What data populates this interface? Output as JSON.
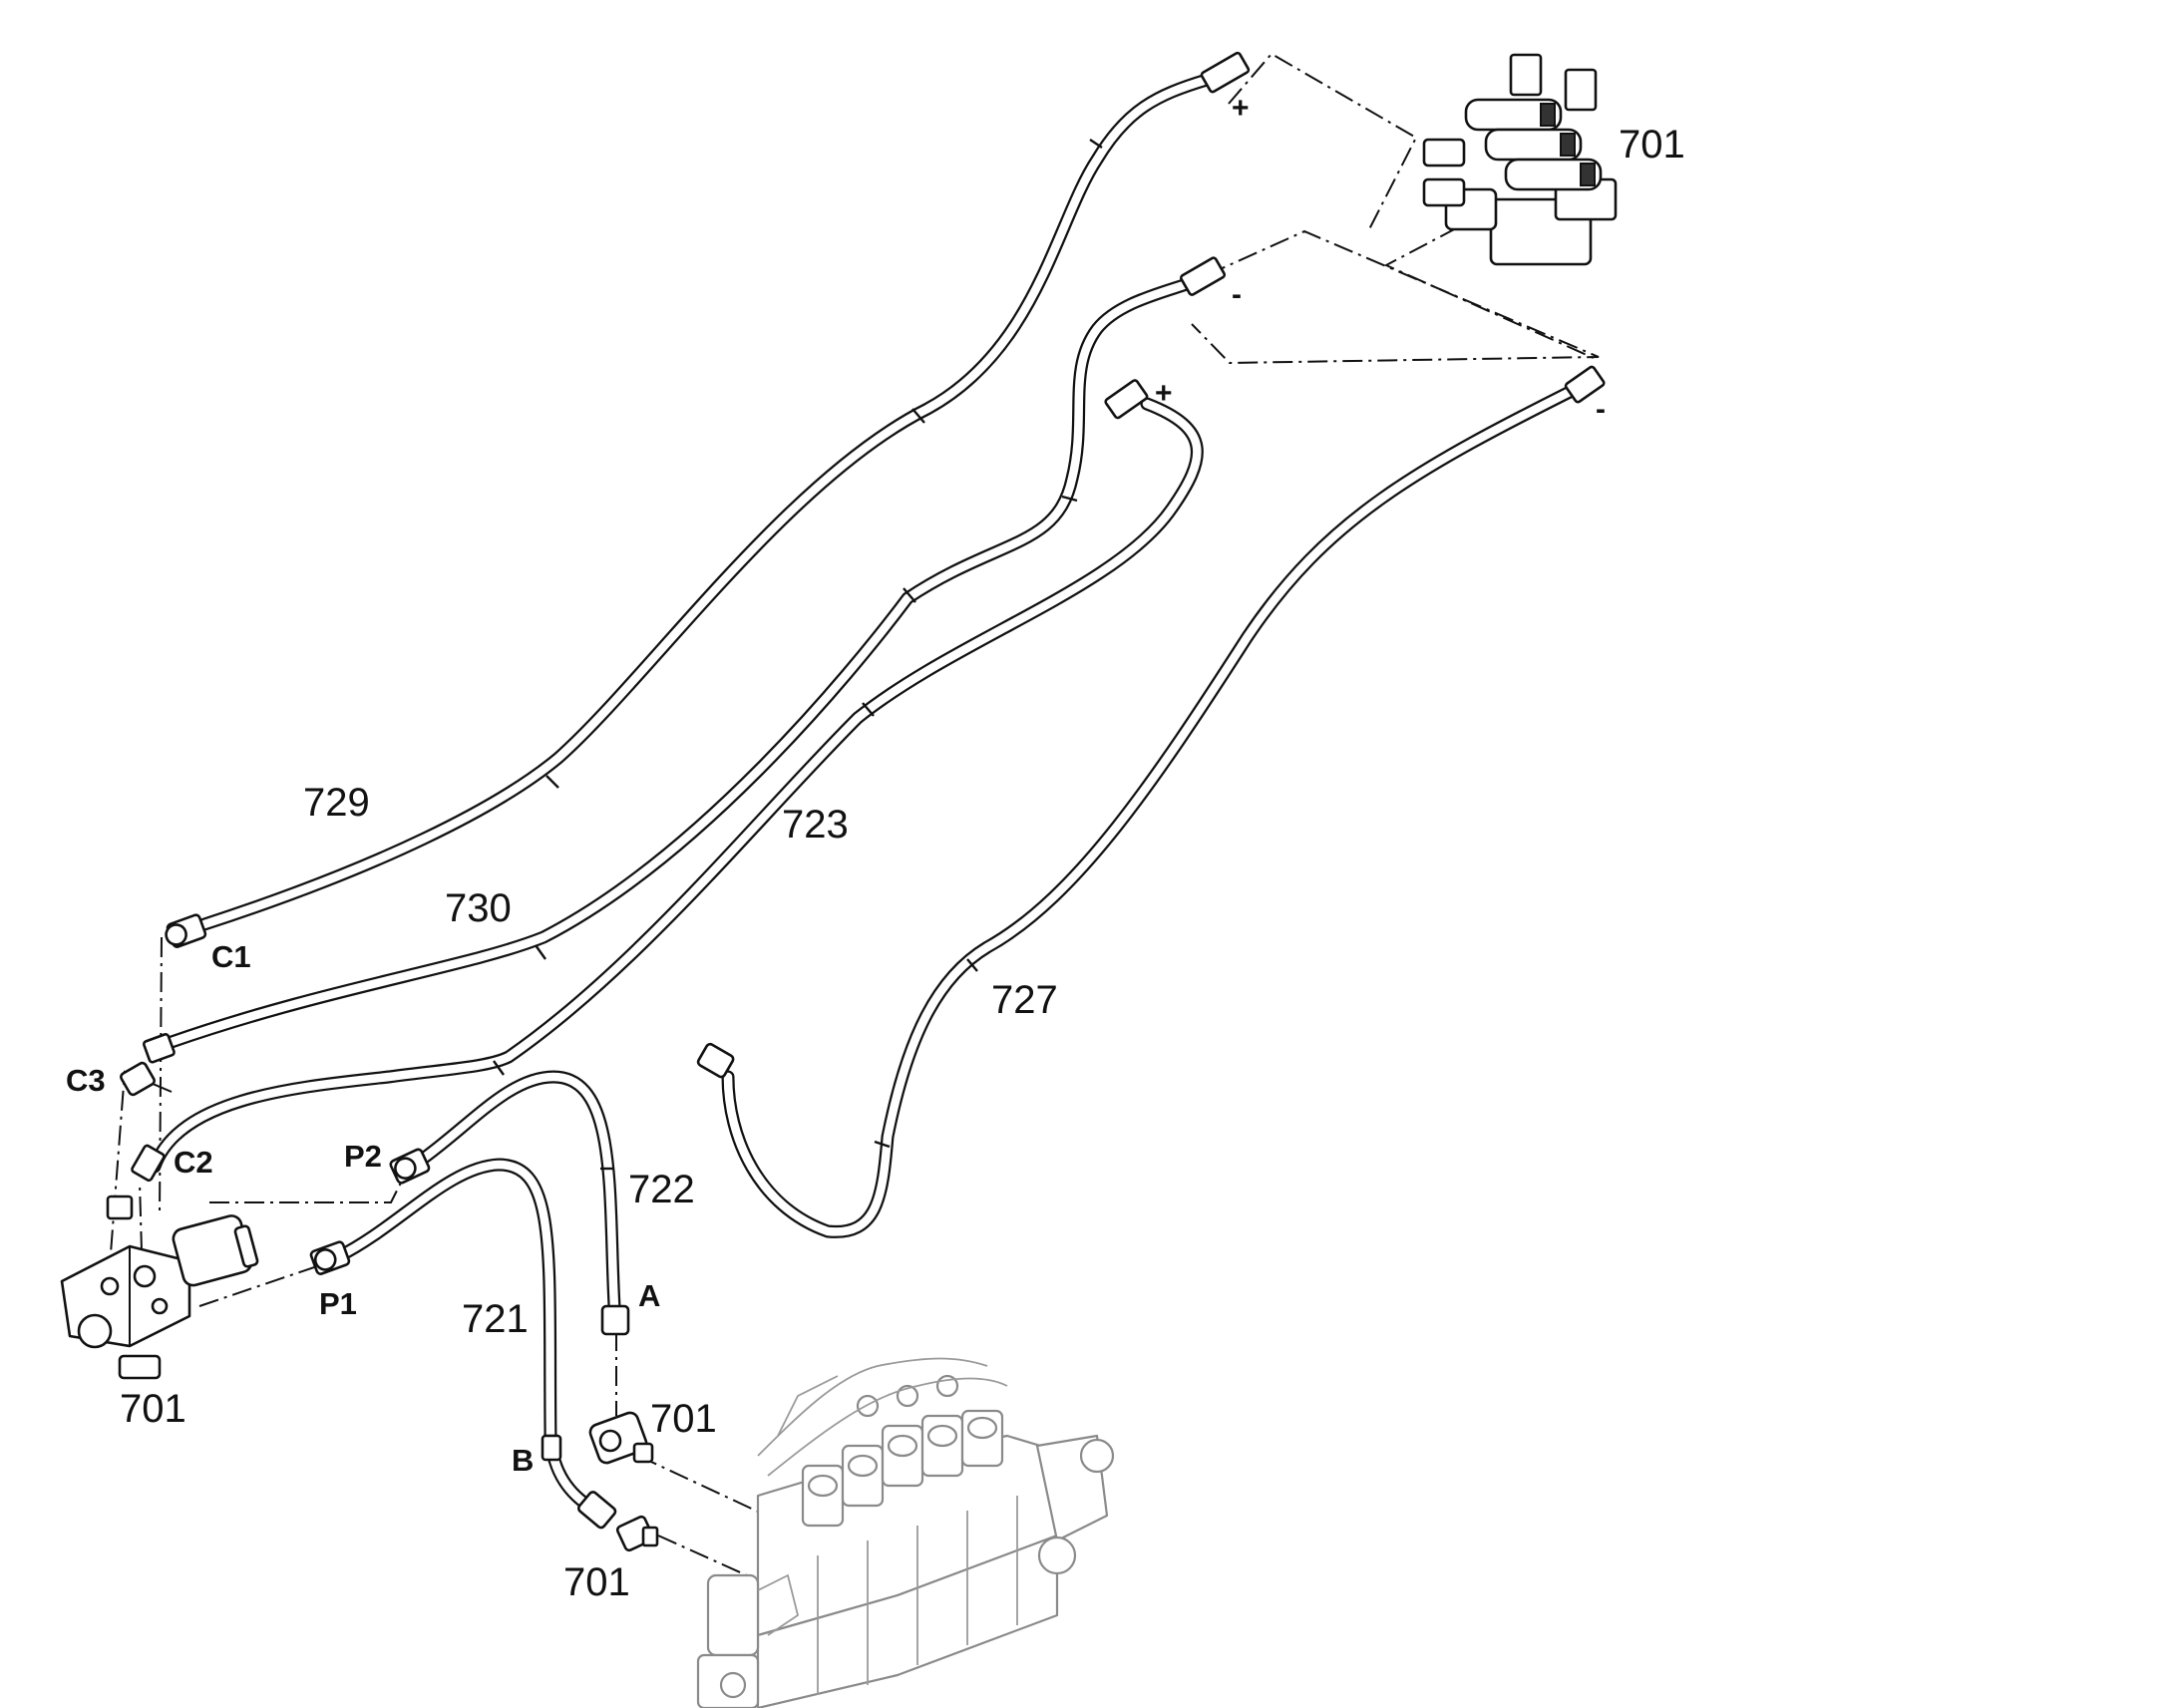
{
  "callouts": {
    "part_701_top": "701",
    "part_701_left": "701",
    "part_701_mid": "701",
    "part_701_bottom": "701",
    "hose_729": "729",
    "hose_730": "730",
    "hose_723": "723",
    "hose_727": "727",
    "hose_722": "722",
    "hose_721": "721"
  },
  "ports": {
    "c1": "C1",
    "c2": "C2",
    "c3": "C3",
    "p1": "P1",
    "p2": "P2",
    "a": "A",
    "b": "B"
  },
  "polarity": {
    "plus_1": "+",
    "minus_1": "-",
    "plus_2": "+",
    "minus_2": "-"
  }
}
